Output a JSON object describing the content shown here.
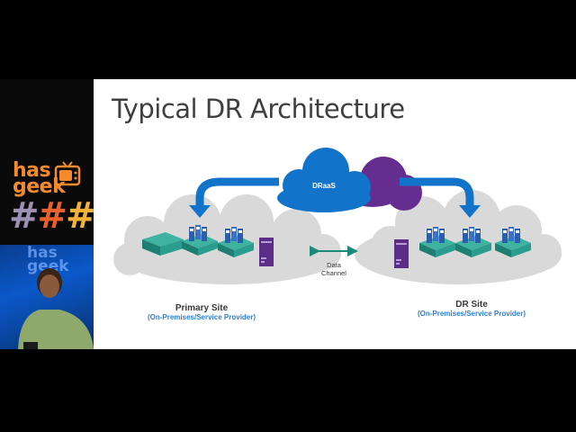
{
  "branding": {
    "logo_line1": "has",
    "logo_line2": "geek",
    "hashes": "###",
    "video_logo_line1": "has",
    "video_logo_line2": "geek"
  },
  "slide": {
    "title": "Typical DR Architecture",
    "cloud_label": "DRaaS",
    "data_channel_line1": "Data",
    "data_channel_line2": "Channel",
    "primary_site": {
      "name": "Primary Site",
      "subtitle": "(On-Premises/Service Provider)"
    },
    "dr_site": {
      "name": "DR Site",
      "subtitle": "(On-Premises/Service Provider)"
    }
  },
  "colors": {
    "draas_blue": "#1173c9",
    "draas_purple": "#662d91",
    "arrow_blue": "#1173c9",
    "teal": "#2a9d8f",
    "server_purple": "#5b2d86",
    "cloud_grey": "#d8d8d8",
    "accent_orange": "#f28a2e"
  }
}
